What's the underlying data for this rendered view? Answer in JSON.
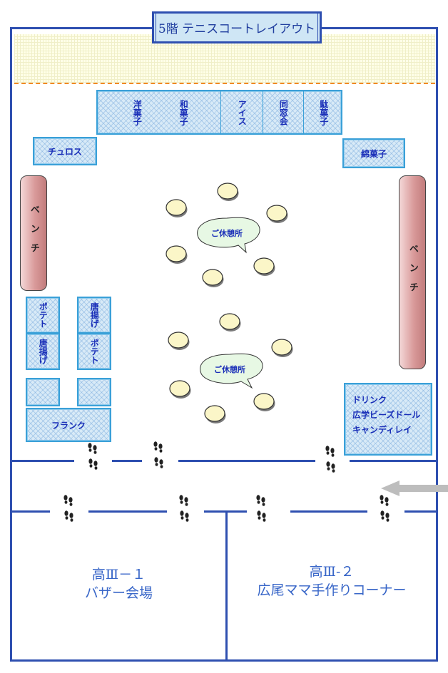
{
  "title": "5階 テニスコートレイアウト",
  "stalls": {
    "top_row": [
      "洋菓子",
      "和菓子",
      "アイス",
      "同窓会",
      "駄菓子"
    ],
    "churros": "チュロス",
    "cotton_candy": "綿菓子",
    "potato_1": "ポテト",
    "karaage_1": "唐揚げ",
    "karaage_2": "唐揚げ",
    "potato_2": "ポテト",
    "frank": "フランク",
    "drink_lines": [
      "ドリンク",
      "広学ビーズドール",
      "キャンディレイ"
    ]
  },
  "benches": {
    "left": "ベンチ",
    "right": "ベンチ"
  },
  "rest_areas": [
    "ご休憩所",
    "ご休憩所"
  ],
  "rooms": {
    "room1_line1": "高Ⅲ－１",
    "room1_line2": "バザー会場",
    "room2_line1": "高Ⅲ-２",
    "room2_line2": "広尾ママ手作りコーナー"
  },
  "colors": {
    "wall": "#2e4fb0",
    "stall_text": "#1a2fb8",
    "stool": "#fbf6c8",
    "dash": "#f08a24"
  }
}
